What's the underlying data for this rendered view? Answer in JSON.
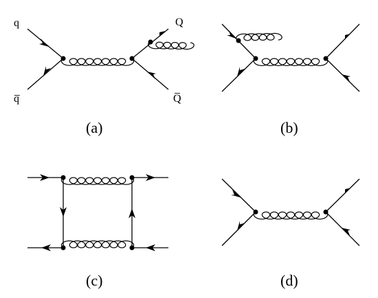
{
  "captions": {
    "a": "(a)",
    "b": "(b)",
    "c": "(c)",
    "d": "(d)"
  },
  "labels": {
    "q": "q",
    "qbar": "q̅",
    "Q": "Q",
    "Qbar": "Q̅"
  },
  "colors": {
    "ink": "#000000",
    "background": "#ffffff"
  }
}
